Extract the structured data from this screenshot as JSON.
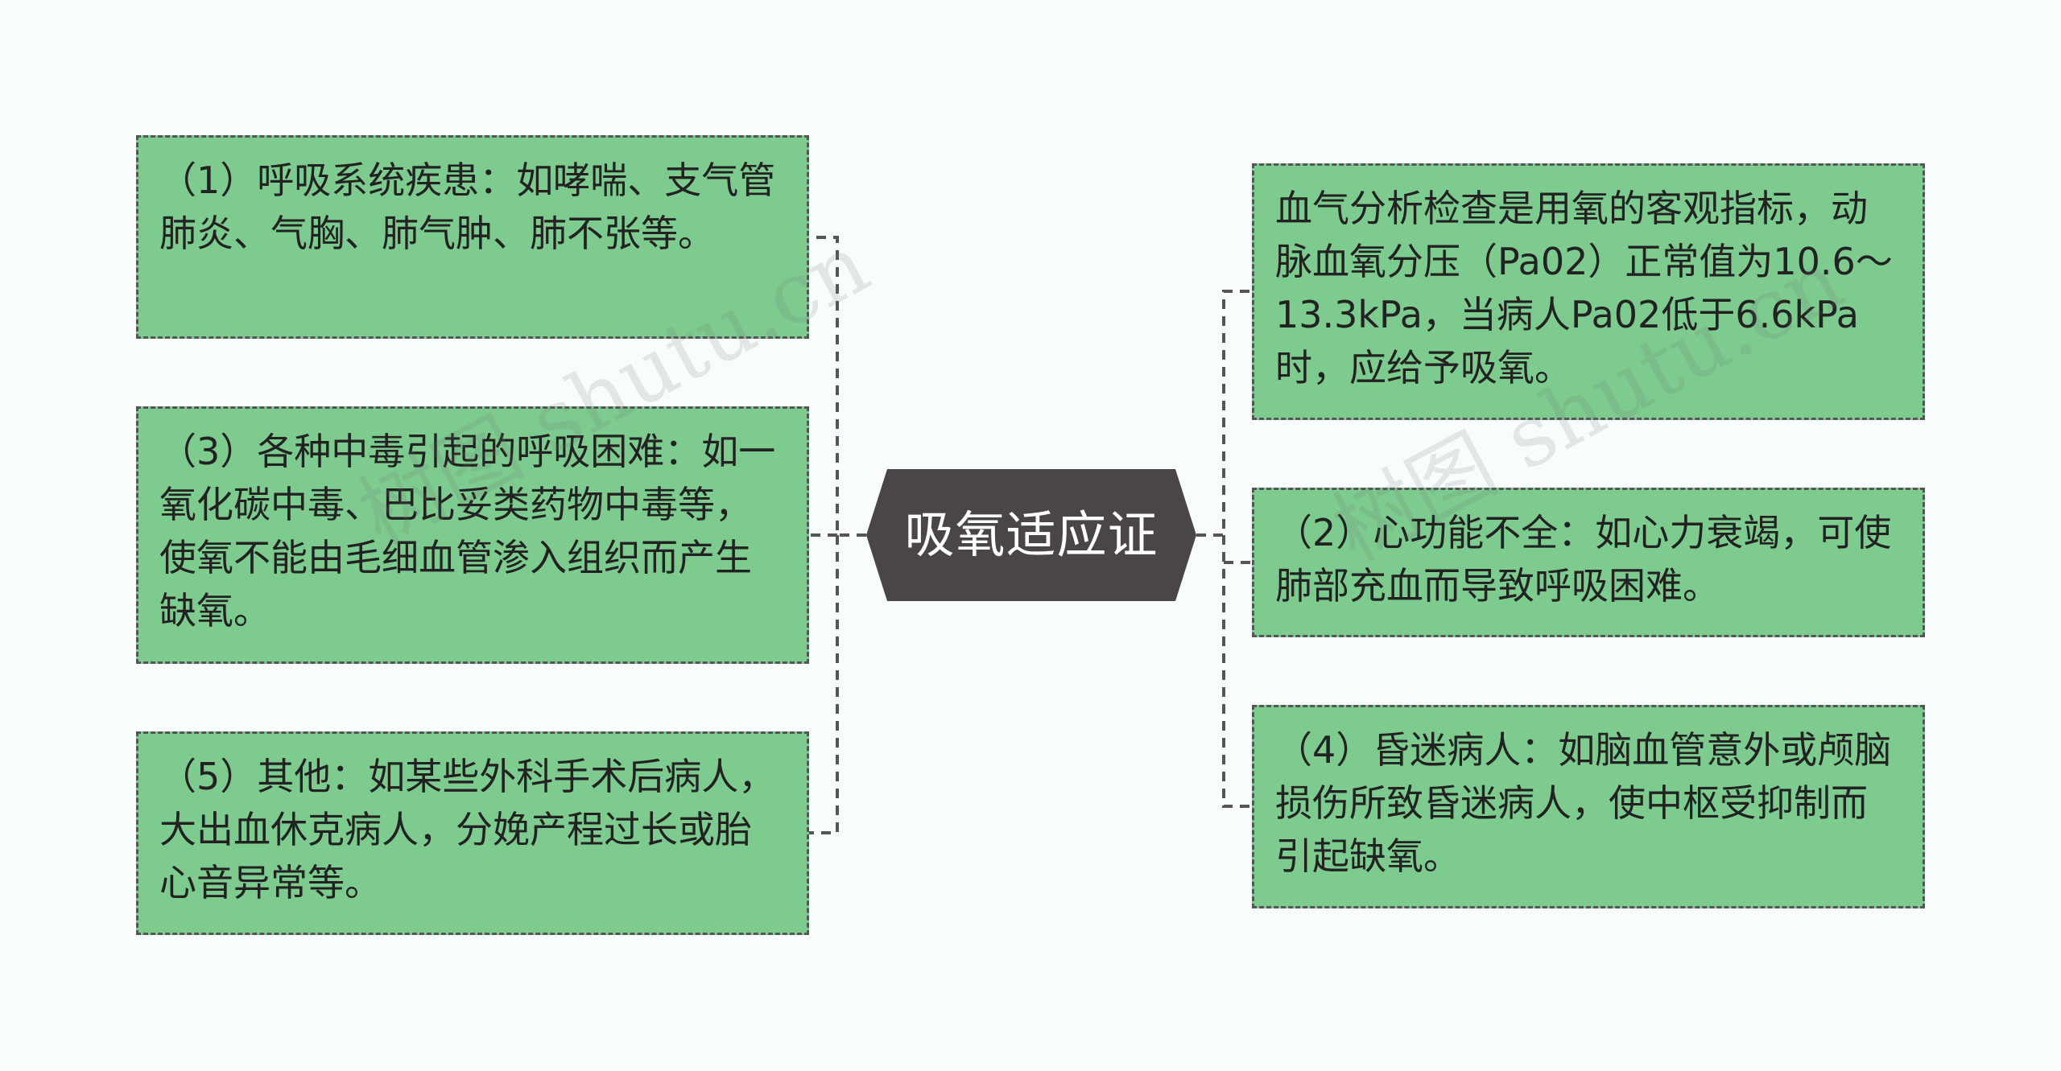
{
  "central": {
    "label": "吸氧适应证",
    "color": "#4a4646"
  },
  "colors": {
    "node_fill": "#7dcb8e",
    "node_border": "#555555",
    "connector": "#555555",
    "background": "#f8fcfd"
  },
  "left_nodes": [
    {
      "text": "（1）呼吸系统疾患：如哮喘、支气管肺炎、气胸、肺气肿、肺不张等。"
    },
    {
      "text": "（3）各种中毒引起的呼吸困难：如一氧化碳中毒、巴比妥类药物中毒等，使氧不能由毛细血管渗入组织而产生缺氧。"
    },
    {
      "text": "（5）其他：如某些外科手术后病人，大出血休克病人，分娩产程过长或胎心音异常等。"
    }
  ],
  "right_nodes": [
    {
      "text": "血气分析检查是用氧的客观指标，动脉血氧分压（Pa02）正常值为10.6～13.3kPa，当病人Pa02低于6.6kPa时，应给予吸氧。"
    },
    {
      "text": "（2）心功能不全：如心力衰竭，可使肺部充血而导致呼吸困难。"
    },
    {
      "text": "（4）昏迷病人：如脑血管意外或颅脑损伤所致昏迷病人，使中枢受抑制而引起缺氧。"
    }
  ],
  "watermarks": [
    "树图 shutu.cn",
    "树图 shutu.cn"
  ]
}
